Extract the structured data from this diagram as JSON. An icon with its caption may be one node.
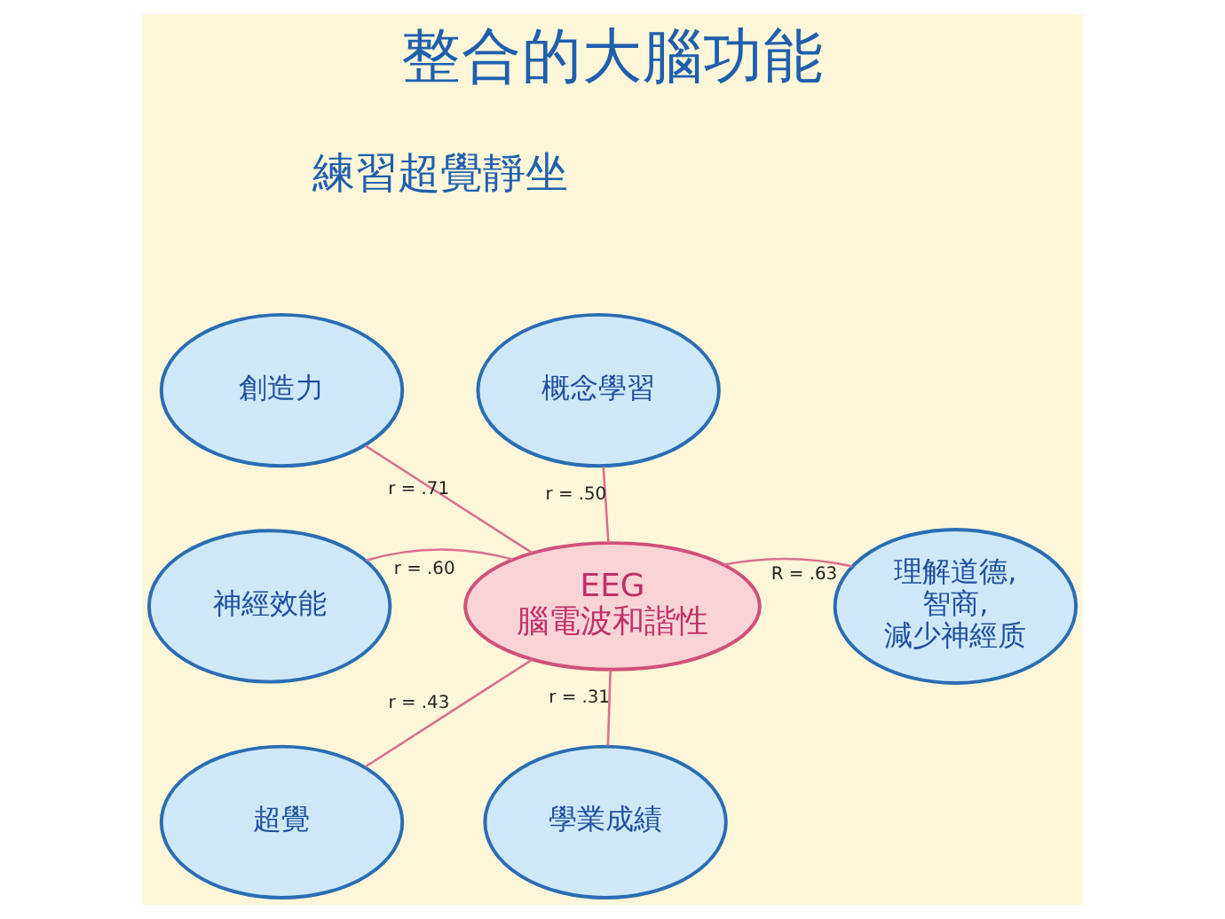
{
  "diagram": {
    "title": "整合的大腦功能",
    "nodes": [
      {
        "text": [
          "EEG",
          "腦電波和諧性"
        ]
      },
      {
        "text": [
          "創造力"
        ]
      },
      {
        "text": [
          "概念學習"
        ]
      },
      {
        "text": [
          "神經效能"
        ]
      },
      {
        "text": [
          "理解道德,智商,減少神經质"
        ]
      },
      {
        "text": [
          "超覺"
        ]
      },
      {
        "text": [
          "學業成績"
        ]
      }
    ],
    "edges": [
      {
        "from": 0,
        "to": 1,
        "arrow": "none",
        "label": "r = .71"
      },
      {
        "from": 0,
        "to": 2,
        "arrow": "none",
        "label": "r = .50"
      },
      {
        "from": 0,
        "to": 3,
        "arrow": "none",
        "label": "r = .60"
      },
      {
        "from": 0,
        "to": 4,
        "arrow": "none",
        "label": "R = .63"
      },
      {
        "from": 0,
        "to": 5,
        "arrow": "none",
        "label": "r = .43"
      },
      {
        "from": 0,
        "to": 6,
        "arrow": "none",
        "label": "r = .31"
      }
    ],
    "labels": [
      "練習超覺靜坐"
    ]
  }
}
